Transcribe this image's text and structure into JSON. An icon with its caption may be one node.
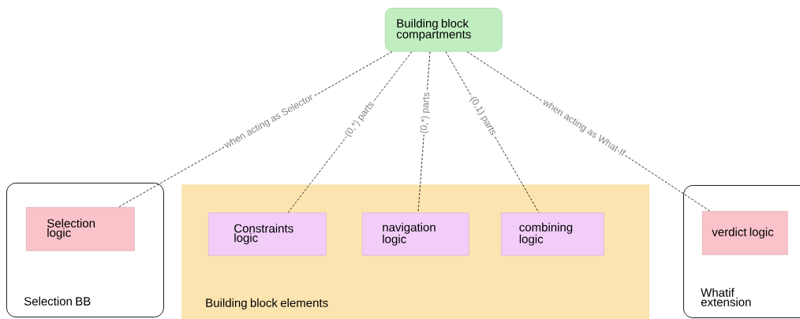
{
  "diagram": {
    "nodes": [
      {
        "text": [
          "Building block compartments"
        ]
      },
      {
        "text": [
          "Selection BB"
        ]
      },
      {
        "text": [
          "Selection logic"
        ],
        "in": 1
      },
      {
        "text": [
          "Building block elements"
        ]
      },
      {
        "text": [
          "Constraints logic"
        ],
        "in": 3
      },
      {
        "text": [
          "navigation logic"
        ],
        "in": 3
      },
      {
        "text": [
          "combining logic"
        ],
        "in": 3
      },
      {
        "text": [
          "Whatif extension"
        ]
      },
      {
        "text": [
          "verdict logic"
        ],
        "in": 7
      }
    ],
    "edges": [
      {
        "from": 0,
        "to": 2,
        "arrow": "none",
        "style": "dashed",
        "label": "when acting as Selector"
      },
      {
        "from": 0,
        "to": 4,
        "arrow": "none",
        "style": "dashed",
        "label": "(0,*) parts"
      },
      {
        "from": 0,
        "to": 5,
        "arrow": "none",
        "style": "dashed",
        "label": "(0,*) parts"
      },
      {
        "from": 0,
        "to": 6,
        "arrow": "none",
        "style": "dashed",
        "label": "(0,1) parts"
      },
      {
        "from": 0,
        "to": 8,
        "arrow": "none",
        "style": "dashed",
        "label": "when acting as What-If"
      }
    ]
  }
}
